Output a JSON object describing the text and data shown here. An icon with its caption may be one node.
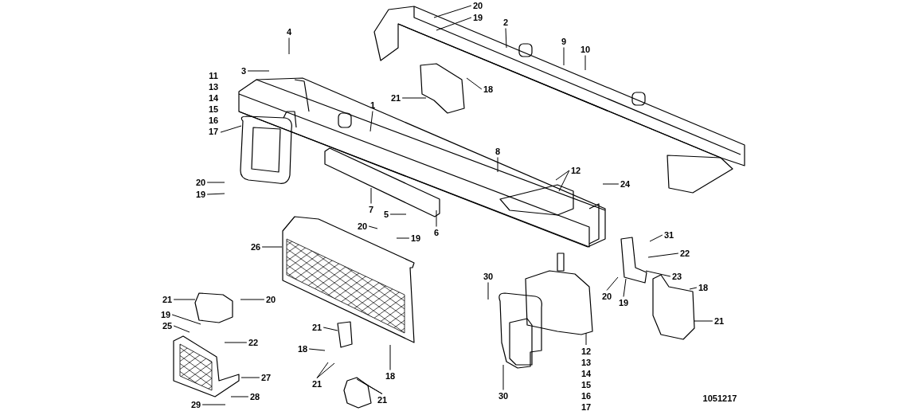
{
  "diagram": {
    "nodes": [
      {
        "text": [
          "20"
        ]
      },
      {
        "text": [
          "19"
        ]
      },
      {
        "text": [
          "2"
        ]
      },
      {
        "text": [
          "9"
        ]
      },
      {
        "text": [
          "10"
        ]
      },
      {
        "text": [
          "4"
        ]
      },
      {
        "text": [
          "3"
        ]
      },
      {
        "text": [
          "18"
        ]
      },
      {
        "text": [
          "21"
        ]
      },
      {
        "text": [
          "11 13 14 15 16 17"
        ]
      },
      {
        "text": [
          "1"
        ]
      },
      {
        "text": [
          "8"
        ]
      },
      {
        "text": [
          "12"
        ]
      },
      {
        "text": [
          "24"
        ]
      },
      {
        "text": [
          "20"
        ]
      },
      {
        "text": [
          "19"
        ]
      },
      {
        "text": [
          "7"
        ]
      },
      {
        "text": [
          "5"
        ]
      },
      {
        "text": [
          "6"
        ]
      },
      {
        "text": [
          "20"
        ]
      },
      {
        "text": [
          "19"
        ]
      },
      {
        "text": [
          "26"
        ]
      },
      {
        "text": [
          "31"
        ]
      },
      {
        "text": [
          "22"
        ]
      },
      {
        "text": [
          "23"
        ]
      },
      {
        "text": [
          "30"
        ]
      },
      {
        "text": [
          "18"
        ]
      },
      {
        "text": [
          "20"
        ]
      },
      {
        "text": [
          "19"
        ]
      },
      {
        "text": [
          "21"
        ]
      },
      {
        "text": [
          "20"
        ]
      },
      {
        "text": [
          "19"
        ]
      },
      {
        "text": [
          "21"
        ]
      },
      {
        "text": [
          "25"
        ]
      },
      {
        "text": [
          "22"
        ]
      },
      {
        "text": [
          "21"
        ]
      },
      {
        "text": [
          "18"
        ]
      },
      {
        "text": [
          "12 13 14 15 16 17"
        ]
      },
      {
        "text": [
          "21"
        ]
      },
      {
        "text": [
          "18"
        ]
      },
      {
        "text": [
          "27"
        ]
      },
      {
        "text": [
          "21"
        ]
      },
      {
        "text": [
          "28"
        ]
      },
      {
        "text": [
          "29"
        ]
      },
      {
        "text": [
          "30"
        ]
      }
    ],
    "edges": [
      {
        "from": 0,
        "to": null,
        "arrow": "none"
      },
      {
        "from": 1,
        "to": null,
        "arrow": "none"
      },
      {
        "from": 2,
        "to": null,
        "arrow": "none"
      },
      {
        "from": 3,
        "to": null,
        "arrow": "none"
      },
      {
        "from": 4,
        "to": null,
        "arrow": "none"
      },
      {
        "from": 5,
        "to": null,
        "arrow": "none"
      },
      {
        "from": 6,
        "to": null,
        "arrow": "none"
      },
      {
        "from": 7,
        "to": null,
        "arrow": "none"
      },
      {
        "from": 8,
        "to": null,
        "arrow": "none"
      },
      {
        "from": 9,
        "to": null,
        "arrow": "none"
      },
      {
        "from": 10,
        "to": null,
        "arrow": "none"
      },
      {
        "from": 11,
        "to": null,
        "arrow": "none"
      },
      {
        "from": 12,
        "to": null,
        "arrow": "none"
      },
      {
        "from": 12,
        "to": null,
        "arrow": "none"
      },
      {
        "from": 13,
        "to": null,
        "arrow": "none"
      },
      {
        "from": 14,
        "to": null,
        "arrow": "none"
      },
      {
        "from": 15,
        "to": null,
        "arrow": "none"
      },
      {
        "from": 16,
        "to": null,
        "arrow": "none"
      },
      {
        "from": 17,
        "to": null,
        "arrow": "none"
      },
      {
        "from": 18,
        "to": null,
        "arrow": "none"
      },
      {
        "from": 19,
        "to": null,
        "arrow": "none"
      },
      {
        "from": 20,
        "to": null,
        "arrow": "none"
      },
      {
        "from": 21,
        "to": null,
        "arrow": "none"
      },
      {
        "from": 22,
        "to": null,
        "arrow": "none"
      },
      {
        "from": 23,
        "to": null,
        "arrow": "none"
      },
      {
        "from": 24,
        "to": null,
        "arrow": "none"
      },
      {
        "from": 25,
        "to": null,
        "arrow": "none"
      },
      {
        "from": 26,
        "to": null,
        "arrow": "none"
      },
      {
        "from": 27,
        "to": null,
        "arrow": "none"
      },
      {
        "from": 28,
        "to": null,
        "arrow": "none"
      },
      {
        "from": 29,
        "to": null,
        "arrow": "none"
      },
      {
        "from": 30,
        "to": null,
        "arrow": "none"
      },
      {
        "from": 31,
        "to": null,
        "arrow": "none"
      },
      {
        "from": 32,
        "to": null,
        "arrow": "none"
      },
      {
        "from": 33,
        "to": null,
        "arrow": "none"
      },
      {
        "from": 34,
        "to": null,
        "arrow": "none"
      },
      {
        "from": 35,
        "to": null,
        "arrow": "none"
      },
      {
        "from": 36,
        "to": null,
        "arrow": "none"
      },
      {
        "from": 37,
        "to": null,
        "arrow": "none"
      },
      {
        "from": 38,
        "to": null,
        "arrow": "none"
      },
      {
        "from": 38,
        "to": null,
        "arrow": "none"
      },
      {
        "from": 39,
        "to": null,
        "arrow": "none"
      },
      {
        "from": 40,
        "to": null,
        "arrow": "none"
      },
      {
        "from": 41,
        "to": null,
        "arrow": "none"
      },
      {
        "from": 41,
        "to": null,
        "arrow": "none"
      },
      {
        "from": 42,
        "to": null,
        "arrow": "none"
      },
      {
        "from": 43,
        "to": null,
        "arrow": "none"
      },
      {
        "from": 44,
        "to": null,
        "arrow": "none"
      }
    ],
    "labels": [
      "1051217"
    ]
  }
}
